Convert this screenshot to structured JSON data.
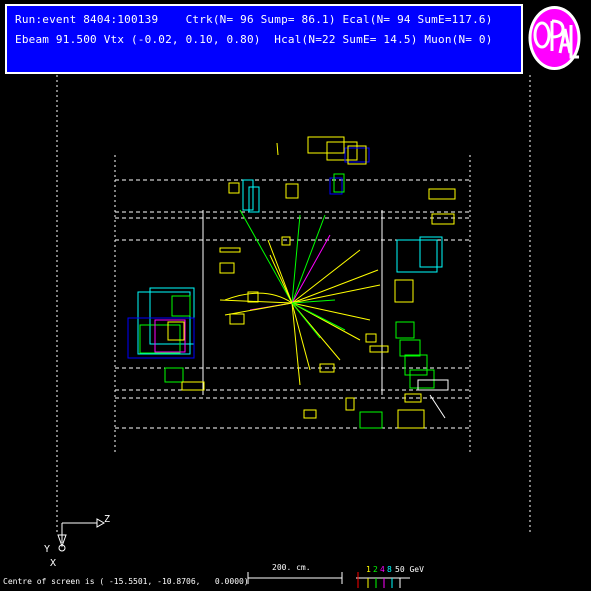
{
  "header": {
    "line1": "Run:event 8404:100139    Ctrk(N= 96 Sump= 86.1) Ecal(N= 94 SumE=117.6)",
    "line2": "Ebeam 91.500 Vtx (-0.02, 0.10, 0.80)  Hcal(N=22 SumE= 14.5) Muon(N= 0)"
  },
  "logo": {
    "text": "OPAL"
  },
  "axes": {
    "z_label": "Z",
    "y_label": "Y",
    "x_label": "X"
  },
  "footer": {
    "centre_text": "Centre of screen is ( -15.5501, -10.8706,   0.0000)",
    "scale_text": "200. cm.",
    "energy_legend": {
      "values": [
        "1",
        "2",
        "4",
        "8",
        "50 GeV"
      ],
      "colors": [
        "#ffff00",
        "#00ff00",
        "#ff00ff",
        "#00ffff",
        "#ffffff"
      ]
    }
  },
  "colors": {
    "background": "#000000",
    "header_bg": "#0000ff",
    "header_text": "#ffffff",
    "tracks": "#ffff00",
    "ecal": "#00ff00",
    "hcal": "#00ffff",
    "detector": "#ffffff"
  }
}
